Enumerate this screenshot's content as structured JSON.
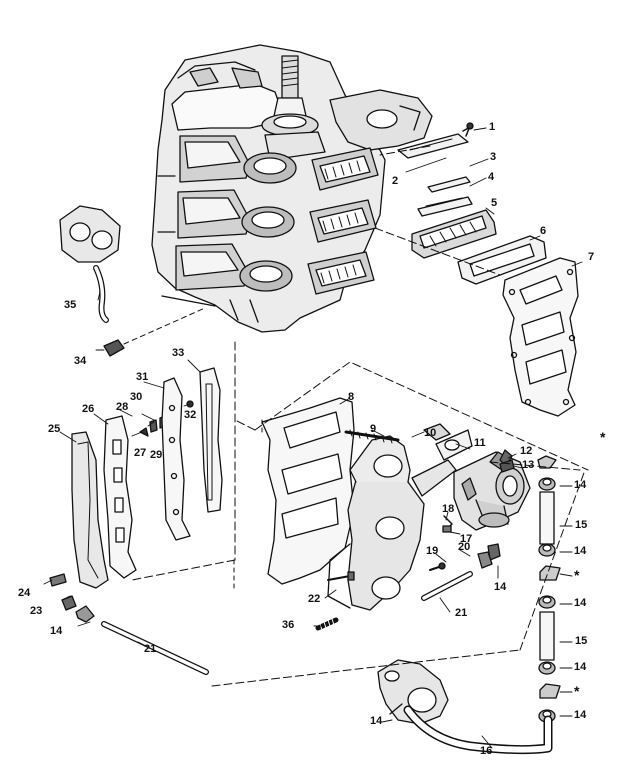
{
  "diagram": {
    "type": "exploded-parts-diagram",
    "subject": "outboard engine block with reed valves, intake manifold, carburetor, gaskets and fuel hoses",
    "line_color": "#111111",
    "background_color": "#ffffff",
    "callouts": {
      "c1": "1",
      "c2": "2",
      "c3": "3",
      "c4": "4",
      "c5": "5",
      "c6": "6",
      "c7": "7",
      "c8": "8",
      "c9": "9",
      "c10": "10",
      "c11": "11",
      "c12": "12",
      "c13": "13",
      "c14a": "14",
      "c14b": "14",
      "c14c": "14",
      "c14d": "14",
      "c14e": "14",
      "c14f": "14",
      "c14g": "14",
      "c14h": "14",
      "c15a": "15",
      "c15b": "15",
      "c16": "16",
      "c17": "17",
      "c18": "18",
      "c19": "19",
      "c20": "20",
      "c21a": "21",
      "c21b": "21",
      "c22": "22",
      "c23": "23",
      "c24": "24",
      "c25": "25",
      "c26": "26",
      "c27": "27",
      "c28": "28",
      "c29": "29",
      "c30": "30",
      "c31": "31",
      "c32": "32",
      "c33": "33",
      "c34": "34",
      "c35": "35",
      "c36": "36",
      "star1": "*",
      "star2": "*",
      "star3": "*"
    }
  }
}
